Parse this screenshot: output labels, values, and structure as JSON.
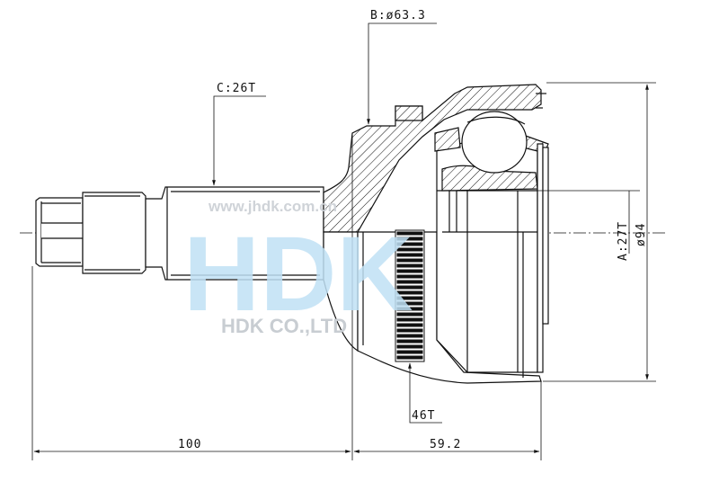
{
  "labels": {
    "b_label": "B:ø63.3",
    "c_label": "C:26T",
    "a_label": "A:27T",
    "dia_label": "ø94",
    "abs_label": "46T",
    "len_shaft": "100",
    "len_body": "59.2"
  },
  "watermark": {
    "url": "www.jhdk.com.cn",
    "logo": "HDK",
    "company": "HDK CO.,LTD"
  },
  "colors": {
    "line": "#111111",
    "watermark_blue": "#bfe0f5",
    "watermark_grey": "#c8cdd2"
  }
}
